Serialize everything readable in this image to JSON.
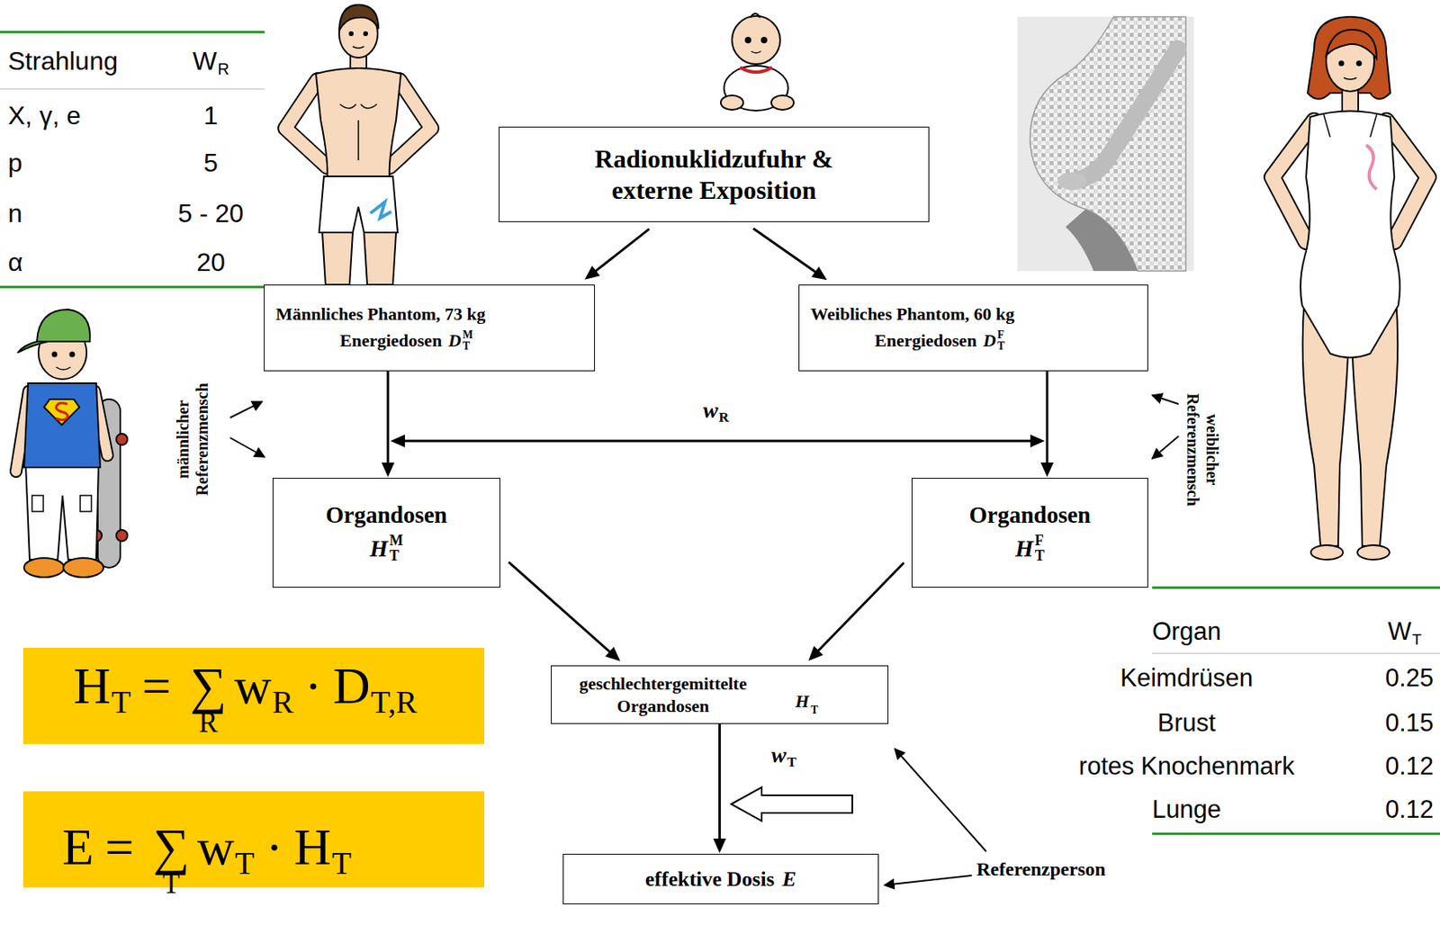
{
  "diagram": {
    "nodes": [
      {
        "text": [
          "Radionuklidzufuhr & externe Exposition"
        ]
      },
      {
        "text": [
          "Männliches Phantom, 73 kg",
          "Energiedosen",
          "D",
          "T",
          "M"
        ]
      },
      {
        "text": [
          "Weibliches Phantom, 60 kg",
          "Energiedosen",
          "D",
          "T",
          "F"
        ]
      },
      {
        "text": [
          "Organdosen",
          "H",
          "T",
          "M"
        ]
      },
      {
        "text": [
          "Organdosen",
          "H",
          "T",
          "F"
        ]
      },
      {
        "text": [
          "geschlechtergemittelte Organdosen",
          "H",
          "T"
        ]
      },
      {
        "text": [
          "effektive Dosis",
          "E"
        ]
      }
    ],
    "edges": [
      {
        "from": 0,
        "to": 1,
        "arrow": "to"
      },
      {
        "from": 0,
        "to": 2,
        "arrow": "to"
      },
      {
        "from": 1,
        "to": 3,
        "arrow": "to"
      },
      {
        "from": 2,
        "to": 4,
        "arrow": "to"
      },
      {
        "from": 3,
        "to": 5,
        "arrow": "to"
      },
      {
        "from": 4,
        "to": 5,
        "arrow": "to"
      },
      {
        "from": 5,
        "to": 6,
        "arrow": "to"
      }
    ],
    "labels": [
      "Strahlung",
      "W",
      "R",
      "X, γ, e",
      "1",
      "p",
      "5",
      "n",
      "5 - 20",
      "α",
      "20",
      "männlicher Referenzmensch",
      "weiblicher Referenzmensch",
      "w",
      "R",
      "H",
      "T",
      "=",
      "∑",
      "R",
      "w",
      "R",
      "·",
      "D",
      "T,R",
      "E",
      "=",
      "∑",
      "T",
      "w",
      "T",
      "·",
      "H",
      "T",
      "w",
      "T",
      "Referenzperson",
      "Organ",
      "W",
      "T",
      "Keimdrüsen",
      "0.25",
      "Brust",
      "0.15",
      "rotes Knochenmark",
      "0.12",
      "Lunge",
      "0.12"
    ]
  }
}
